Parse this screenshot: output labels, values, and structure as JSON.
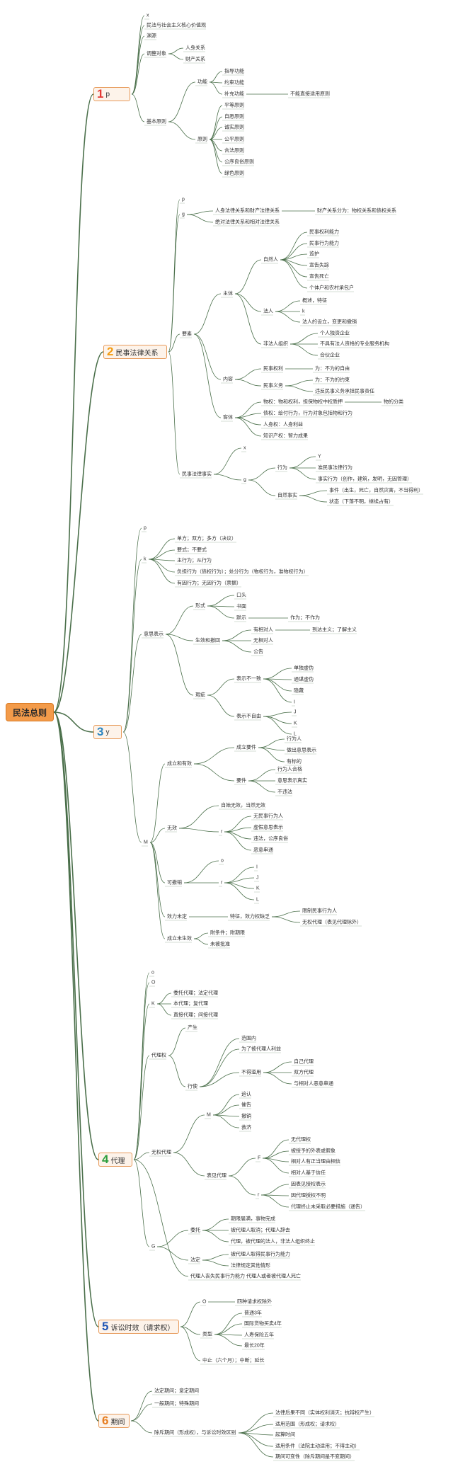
{
  "colors": {
    "line": "#4a6f4a",
    "branch_border": "#e79a5a",
    "branch_bg": "#fdf3ea",
    "root_bg": "#f39b4a"
  },
  "root": {
    "label": "民法总则"
  },
  "branches": [
    {
      "num": "1",
      "label": "p",
      "num_color": "#e53935"
    },
    {
      "num": "2",
      "label": "民事法律关系",
      "num_color": "#f39c12"
    },
    {
      "num": "3",
      "label": "y",
      "num_color": "#2e86c1"
    },
    {
      "num": "4",
      "label": "代理",
      "num_color": "#2e9e3e"
    },
    {
      "num": "5",
      "label": "诉讼时效（请求权）",
      "num_color": "#2157b5"
    },
    {
      "num": "6",
      "label": "期间",
      "num_color": "#e67e22"
    }
  ],
  "nodes": [
    "x",
    "民法与社会主义核心价值观",
    "渊源",
    "调整对象",
    "人身关系",
    "财产关系",
    "基本原则",
    "功能",
    "指导功能",
    "约束功能",
    "补充功能",
    "不能直接适用原则",
    "原则",
    "平等原则",
    "自愿原则",
    "诚实原则",
    "公平原则",
    "合法原则",
    "公序良俗原则",
    "绿色原则",
    "p",
    "g",
    "人身法律关系和财产法律关系",
    "财产关系分为：物权关系和债权关系",
    "绝对法律关系和相对法律关系",
    "要素",
    "主体",
    "自然人",
    "民事权利能力",
    "民事行为能力",
    "监护",
    "宣告失踪",
    "宣告死亡",
    "个体户和农村承包户",
    "法人",
    "概述，特征",
    "k",
    "法人的设立，变更和撤销",
    "非法人组织",
    "个人独资企业",
    "不具有法人资格的专业服务机构",
    "合伙企业",
    "内容",
    "民事权利",
    "为：不为的自由",
    "民事义务",
    "为：不为的约束",
    "违反民事义务承担民事责任",
    "客体",
    "物权：物和权利，担保物权中权质押",
    "物的分类",
    "债权：给付行为，行为对象包括物和行为",
    "人身权：人身利益",
    "知识产权：智力成果",
    "民事法律事实",
    "x",
    "g",
    "行为",
    "Y",
    "准民事法律行为",
    "事实行为（创作，建筑，发明，无因管理）",
    "自然事实",
    "事件（出生，死亡，自然灾害，不当得利）",
    "状态（下落不明，继续占有）",
    "p",
    "k",
    "单方；双方；多方（决议）",
    "要式；不要式",
    "主行为；从行为",
    "负担行为（债权行为）；处分行为（物权行为，准物权行为）",
    "有因行为；无因行为（票据）",
    "意思表示",
    "形式",
    "口头",
    "书面",
    "默示",
    "作为；不作为",
    "生效和撤回",
    "有相对人",
    "到达主义；了解主义",
    "无相对人",
    "公告",
    "瑕疵",
    "表示不一致",
    "单独虚伪",
    "通谋虚伪",
    "隐藏",
    "I",
    "表示不自由",
    "J",
    "K",
    "L",
    "M",
    "成立和有效",
    "成立要件",
    "行为人",
    "做出意思表示",
    "有标的",
    "要件",
    "行为人合格",
    "意思表示真实",
    "不违法",
    "无效",
    "自始无效，当然无效",
    "r",
    "无民事行为人",
    "虚假意思表示",
    "违法，公序良俗",
    "恶意串通",
    "可撤销",
    "o",
    "r",
    "I",
    "J",
    "K",
    "L",
    "效力未定",
    "特征，效力权缺乏",
    "限制民事行为人",
    "无权代理（表见代理除外）",
    "成立未生效",
    "附条件；附期限",
    "未被批准",
    "o",
    "O",
    "K",
    "委托代理；法定代理",
    "本代理；复代理",
    "直接代理；间接代理",
    "代理权",
    "产生",
    "行使",
    "范围内",
    "为了被代理人利益",
    "不得滥用",
    "自己代理",
    "双方代理",
    "与相对人恶意串通",
    "无权代理",
    "M",
    "追认",
    "催告",
    "撤销",
    "救济",
    "表见代理",
    "F",
    "无代理权",
    "被授予的外表或假象",
    "相对人有正当理由相信",
    "相对人基于信任",
    "r",
    "因表见授权表示",
    "因代理授权不明",
    "代理终止未采取必要措施（通告）",
    "G",
    "委托",
    "期限届满，事物完成",
    "被代理人取消；代理人辞去",
    "代理，被代理的法人，非法人组织终止",
    "法定",
    "被代理人取得民事行为能力",
    "法律规定其他情形",
    "代理人丧失民事行为能力 代理人或者被代理人死亡",
    "O",
    "四种请求权除外",
    "类型",
    "普通3年",
    "国际货物买卖4年",
    "人寿保险五年",
    "最长20年",
    "中止（六个月）；中断；延长",
    "法定期间；意定期间",
    "一般期间；特殊期间",
    "除斥期间（形成权），与诉讼时效区别",
    "法律后果不同（实体权利消灭；抗辩权产生）",
    "适用范围（形成权；请求权）",
    "起算时间",
    "适用条件（法院主动适用；不得主动）",
    "期间可变性（除斥期间是不变期间）"
  ]
}
